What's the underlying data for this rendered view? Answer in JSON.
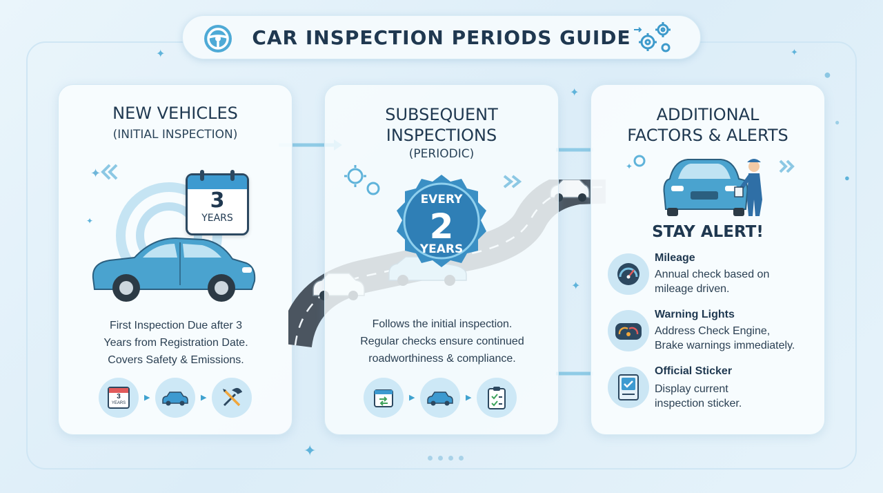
{
  "header": {
    "title": "CAR INSPECTION PERIODS GUIDE",
    "left_icon": "steering-wheel-icon",
    "right_icon": "gears-icon"
  },
  "panels": [
    {
      "title": "NEW VEHICLES",
      "subtitle": "(INITIAL INSPECTION)",
      "calendar": {
        "number": "3",
        "unit": "YEARS"
      },
      "description": [
        "First Inspection Due after 3",
        "Years from Registration Date.",
        "Covers Safety & Emissions."
      ],
      "steps": [
        {
          "icon": "calendar-icon",
          "label": "3",
          "sub": "YEARS"
        },
        {
          "icon": "car-icon"
        },
        {
          "icon": "wrench-screwdriver-icon"
        }
      ]
    },
    {
      "title_lines": [
        "SUBSEQUENT",
        "INSPECTIONS"
      ],
      "subtitle": "(PERIODIC)",
      "badge": {
        "top": "EVERY",
        "number": "2",
        "bottom": "YEARS"
      },
      "description": [
        "Follows the initial inspection.",
        "Regular checks ensure continued",
        "roadworthiness & compliance."
      ],
      "steps": [
        {
          "icon": "calendar-cycle-icon"
        },
        {
          "icon": "car-icon"
        },
        {
          "icon": "clipboard-check-icon"
        }
      ]
    },
    {
      "title_lines": [
        "ADDITIONAL",
        "FACTORS & ALERTS"
      ],
      "alert": "STAY ALERT!",
      "items": [
        {
          "icon": "speedometer-icon",
          "heading": "Mileage",
          "text": [
            "Annual check based on",
            "mileage driven."
          ]
        },
        {
          "icon": "dashboard-warning-icon",
          "heading": "Warning Lights",
          "text": [
            "Address Check Engine,",
            "Brake warnings immediately."
          ]
        },
        {
          "icon": "sticker-icon",
          "heading": "Official Sticker",
          "text": [
            "Display current",
            "inspection sticker."
          ]
        }
      ]
    }
  ],
  "colors": {
    "accent": "#2f8fc4",
    "car_body": "#4aa3cf",
    "road": "#4b5560",
    "badge": "#3a8fc4"
  }
}
